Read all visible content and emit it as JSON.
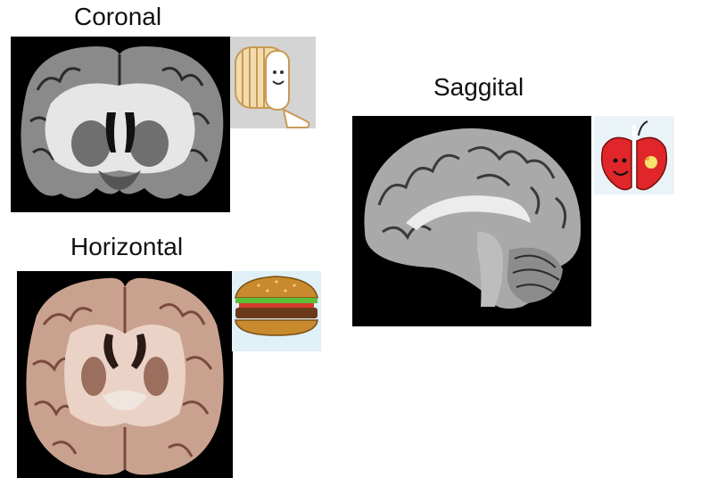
{
  "labels": {
    "coronal": "Coronal",
    "horizontal": "Horizontal",
    "sagittal": "Saggital"
  },
  "icons": {
    "coronal": "bread-slices-icon",
    "horizontal": "hamburger-icon",
    "sagittal": "apple-halves-icon"
  },
  "colors": {
    "background": "#ffffff",
    "coronal_bg": "#000000",
    "horizontal_bg": "#000000",
    "sagittal_bg": "#000000",
    "horizontal_tissue": "#b98b78",
    "apple_red": "#e0262a"
  }
}
